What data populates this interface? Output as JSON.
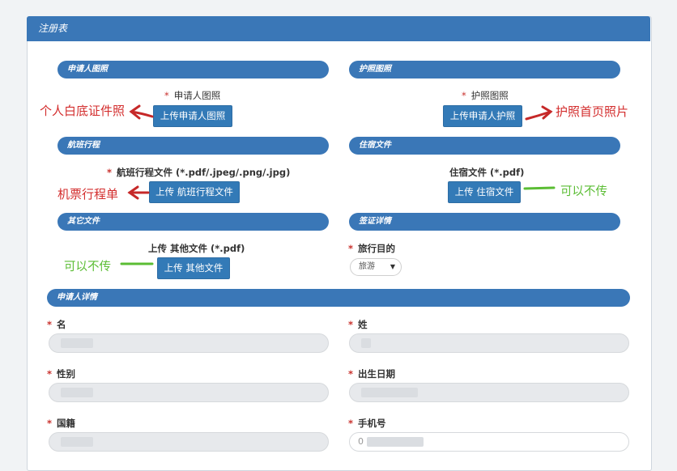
{
  "form": {
    "title": "注册表"
  },
  "sections": {
    "applicant_photo": "申请人图照",
    "passport_photo": "护照图照",
    "flight_itinerary": "航班行程",
    "accommodation": "住宿文件",
    "other_files": "其它文件",
    "visa_details": "签证详情",
    "applicant_details": "申请人详情"
  },
  "fields": {
    "applicant_photo_label": "申请人图照",
    "applicant_photo_button": "上传申请人图照",
    "passport_photo_label": "护照图照",
    "passport_photo_button": "上传申请人护照",
    "flight_label": "航班行程文件 (*.pdf/.jpeg/.png/.jpg)",
    "flight_button": "上传 航班行程文件",
    "accommodation_label": "住宿文件 (*.pdf)",
    "accommodation_button": "上传 住宿文件",
    "other_label": "上传 其他文件 (*.pdf)",
    "other_button": "上传 其他文件",
    "travel_purpose_label": "旅行目的",
    "travel_purpose_value": "旅游",
    "given_name_label": "名",
    "surname_label": "姓",
    "gender_label": "性别",
    "birth_date_label": "出生日期",
    "nationality_label": "国籍",
    "phone_label": "手机号",
    "phone_value_prefix": "0"
  },
  "annotations": {
    "applicant_photo_note": "个人白底证件照",
    "passport_note": "护照首页照片",
    "flight_note": "机票行程单",
    "accommodation_note": "可以不传",
    "other_note": "可以不传"
  },
  "required_mark": "*",
  "colors": {
    "primary": "#3a77b7",
    "button": "#337ab7",
    "required": "#c9302c",
    "note_red": "#d32d2d",
    "note_green": "#5bbd34"
  }
}
